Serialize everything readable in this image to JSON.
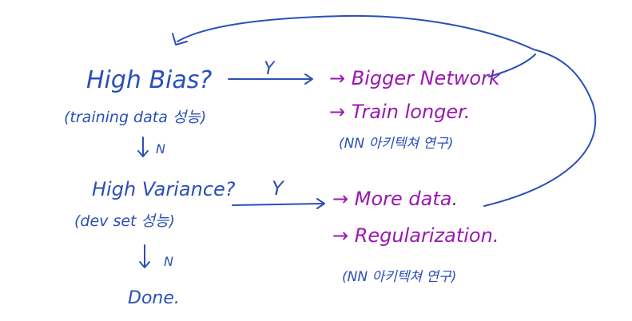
{
  "diagram": {
    "left": {
      "q1": "High Bias?",
      "q1_note": "(training data 성능)",
      "no_label_1": "N",
      "q2": "High Variance?",
      "q2_note": "(dev set 성능)",
      "no_label_2": "N",
      "done": "Done."
    },
    "yes_label_1": "Y",
    "yes_label_2": "Y",
    "bias_remedies": {
      "item1": "→ Bigger Network",
      "item2": "→ Train longer.",
      "note": "(NN 아키텍쳐 연구)"
    },
    "variance_remedies": {
      "item1": "→ More data.",
      "item2": "→ Regularization.",
      "note": "(NN 아키텍쳐 연구)"
    },
    "colors": {
      "ink_blue": "#2a4fb8",
      "ink_purple": "#9a18b0"
    }
  }
}
